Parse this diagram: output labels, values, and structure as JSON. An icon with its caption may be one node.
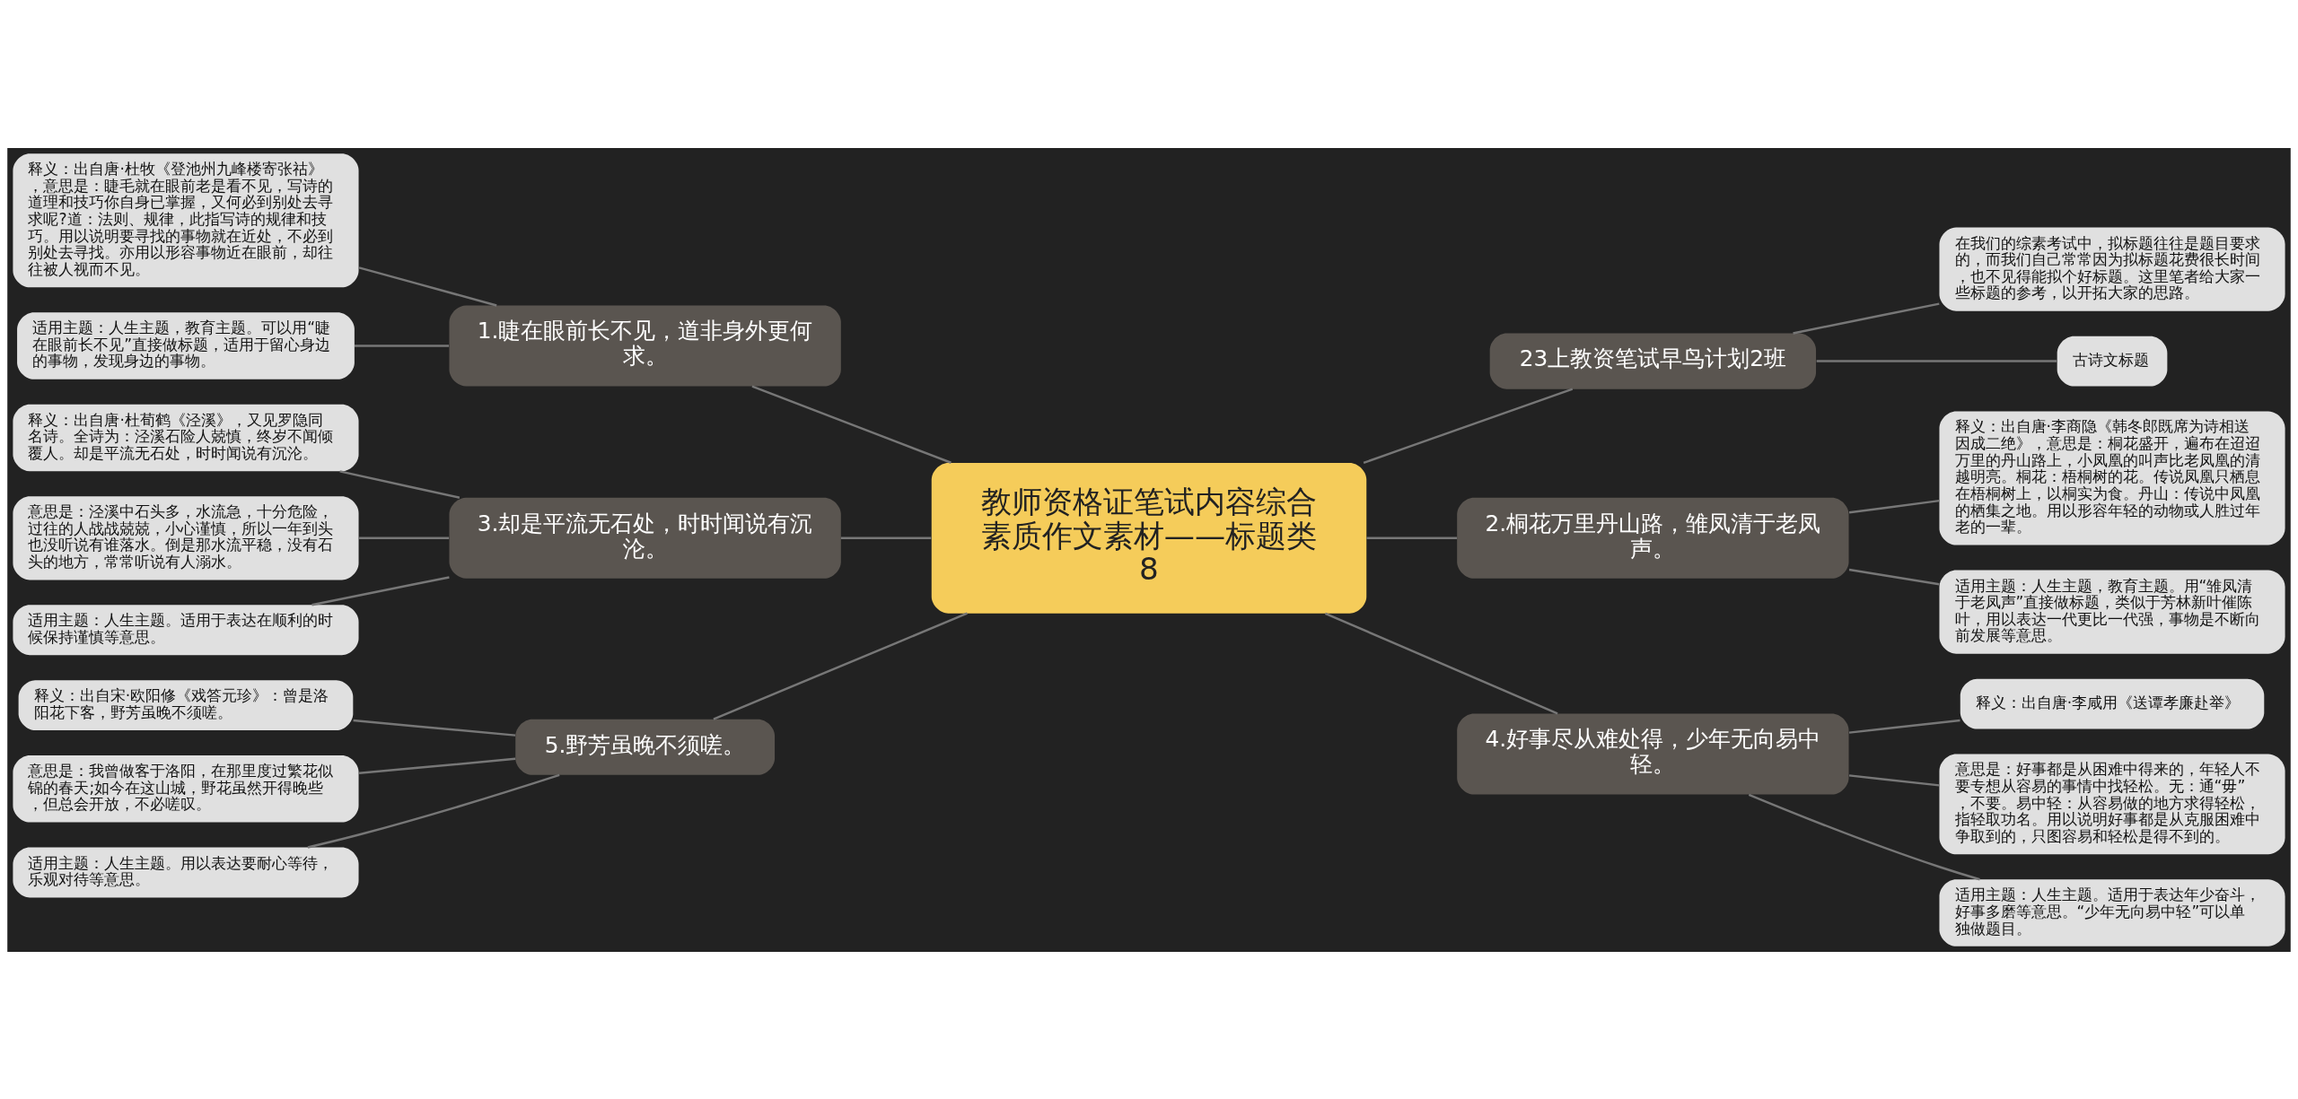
{
  "diagram": {
    "nodes": [
      {
        "text": [
          "教师资格证笔试内容综合素质作文素材——标题类8"
        ]
      },
      {
        "text": [
          "1.睫在眼前长不见，道非身外更何求。"
        ]
      },
      {
        "text": [
          "释义：出自唐·杜牧《登池州九峰楼寄张祜》，意思是：睫毛就在眼前老是看不见，写诗的道理和技巧你自身已掌握，又何必到别处去寻求呢?道：法则、规律，此指写诗的规律和技巧。用以说明要寻找的事物就在近处，不必到别处去寻找。亦用以形容事物近在眼前，却往往被人视而不见。"
        ]
      },
      {
        "text": [
          "适用主题：人生主题，教育主题。可以用“睫在眼前长不见”直接做标题，适用于留心身边的事物，发现身边的事物。"
        ]
      },
      {
        "text": [
          "3.却是平流无石处，时时闻说有沉沦。"
        ]
      },
      {
        "text": [
          "释义：出自唐·杜荀鹤《泾溪》，又见罗隐同名诗。全诗为：泾溪石险人兢慎，终岁不闻倾覆人。却是平流无石处，时时闻说有沉沦。"
        ]
      },
      {
        "text": [
          "意思是：泾溪中石头多，水流急，十分危险，过往的人战战兢兢，小心谨慎，所以一年到头也没听说有谁落水。倒是那水流平稳，没有石头的地方，常常听说有人溺水。"
        ]
      },
      {
        "text": [
          "适用主题：人生主题。适用于表达在顺利的时候保持谨慎等意思。"
        ]
      },
      {
        "text": [
          "5.野芳虽晚不须嗟。"
        ]
      },
      {
        "text": [
          "释义：出自宋·欧阳修《戏答元珍》：曾是洛阳花下客，野芳虽晚不须嗟。"
        ]
      },
      {
        "text": [
          "意思是：我曾做客于洛阳，在那里度过繁花似锦的春天;如今在这山城，野花虽然开得晚些，但总会开放，不必嗟叹。"
        ]
      },
      {
        "text": [
          "适用主题：人生主题。用以表达要耐心等待，乐观对待等意思。"
        ]
      },
      {
        "text": [
          "23上教资笔试早鸟计划2班"
        ]
      },
      {
        "text": [
          "在我们的综素考试中，拟标题往往是题目要求的，而我们自己常常因为拟标题花费很长时间，也不见得能拟个好标题。这里笔者给大家一些标题的参考，以开拓大家的思路。"
        ]
      },
      {
        "text": [
          "古诗文标题"
        ]
      },
      {
        "text": [
          "2.桐花万里丹山路，雏凤清于老凤声。"
        ]
      },
      {
        "text": [
          "释义：出自唐·李商隐《韩冬郎既席为诗相送因成二绝》，意思是：桐花盛开，遍布在迢迢万里的丹山路上，小凤凰的叫声比老凤凰的清越明亮。桐花：梧桐树的花。传说凤凰只栖息在梧桐树上，以桐实为食。丹山：传说中凤凰的栖集之地。用以形容年轻的动物或人胜过年老的一辈。"
        ]
      },
      {
        "text": [
          "适用主题：人生主题，教育主题。用“雏凤清于老凤声”直接做标题，类似于芳林新叶催陈叶，用以表达一代更比一代强，事物是不断向前发展等意思。"
        ]
      },
      {
        "text": [
          "4.好事尽从难处得，少年无向易中轻。"
        ]
      },
      {
        "text": [
          "释义：出自唐·李咸用《送谭孝廉赴举》"
        ]
      },
      {
        "text": [
          "意思是：好事都是从困难中得来的，年轻人不要专想从容易的事情中找轻松。无：通“毋”，不要。易中轻：从容易做的地方求得轻松，指轻取功名。用以说明好事都是从克服困难中争取到的，只图容易和轻松是得不到的。"
        ]
      },
      {
        "text": [
          "适用主题：人生主题。适用于表达年少奋斗，好事多磨等意思。“少年无向易中轻”可以单独做题目。"
        ]
      }
    ],
    "edges": [
      {
        "from": 0,
        "to": 1,
        "arrow": "none"
      },
      {
        "from": 1,
        "to": 2,
        "arrow": "none"
      },
      {
        "from": 1,
        "to": 3,
        "arrow": "none"
      },
      {
        "from": 0,
        "to": 4,
        "arrow": "none"
      },
      {
        "from": 4,
        "to": 5,
        "arrow": "none"
      },
      {
        "from": 4,
        "to": 6,
        "arrow": "none"
      },
      {
        "from": 4,
        "to": 7,
        "arrow": "none"
      },
      {
        "from": 0,
        "to": 8,
        "arrow": "none"
      },
      {
        "from": 8,
        "to": 9,
        "arrow": "none"
      },
      {
        "from": 8,
        "to": 10,
        "arrow": "none"
      },
      {
        "from": 8,
        "to": 11,
        "arrow": "none"
      },
      {
        "from": 0,
        "to": 12,
        "arrow": "none"
      },
      {
        "from": 12,
        "to": 13,
        "arrow": "none"
      },
      {
        "from": 12,
        "to": 14,
        "arrow": "none"
      },
      {
        "from": 0,
        "to": 15,
        "arrow": "none"
      },
      {
        "from": 15,
        "to": 16,
        "arrow": "none"
      },
      {
        "from": 15,
        "to": 17,
        "arrow": "none"
      },
      {
        "from": 0,
        "to": 18,
        "arrow": "none"
      },
      {
        "from": 18,
        "to": 19,
        "arrow": "none"
      },
      {
        "from": 18,
        "to": 20,
        "arrow": "none"
      },
      {
        "from": 18,
        "to": 21,
        "arrow": "none"
      }
    ]
  }
}
